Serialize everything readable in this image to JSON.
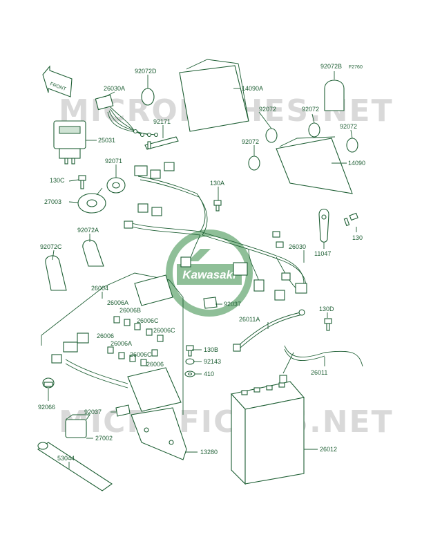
{
  "figure_code": "F2760",
  "front_arrow_label": "FRONT",
  "watermark_text": "MICROFICHES.NET",
  "logo_text": "Kawasaki",
  "colors": {
    "line": "#1d5e33",
    "logo": "#8fbf98",
    "watermark": "#d9d9d9"
  },
  "part_labels": {
    "p92072D": "92072D",
    "p26030A": "26030A",
    "p14090A": "14090A",
    "p92072B": "92072B",
    "p92072_a": "92072",
    "p92072_b": "92072",
    "p92072_c": "92072",
    "p92072_d": "92072",
    "p92171": "92171",
    "p25031": "25031",
    "p92071": "92071",
    "p14090": "14090",
    "p130C": "130C",
    "p130A": "130A",
    "p27003": "27003",
    "p92072A": "92072A",
    "p11047": "11047",
    "p130": "130",
    "p26030": "26030",
    "p92072C": "92072C",
    "p26004": "26004",
    "p92037_a": "92037",
    "p130D": "130D",
    "p26006A_1": "26006A",
    "p26006B": "26006B",
    "p26006C_1": "26006C",
    "p26006C_2": "26006C",
    "p26006_1": "26006",
    "p26006A_2": "26006A",
    "p26006C_3": "26006C",
    "p26006_2": "26006",
    "p26011A": "26011A",
    "p130B": "130B",
    "p92143": "92143",
    "p410": "410",
    "p26011": "26011",
    "p92066": "92066",
    "p92037_b": "92037",
    "p27002": "27002",
    "p13280": "13280",
    "p26012": "26012",
    "p53044": "53044"
  }
}
